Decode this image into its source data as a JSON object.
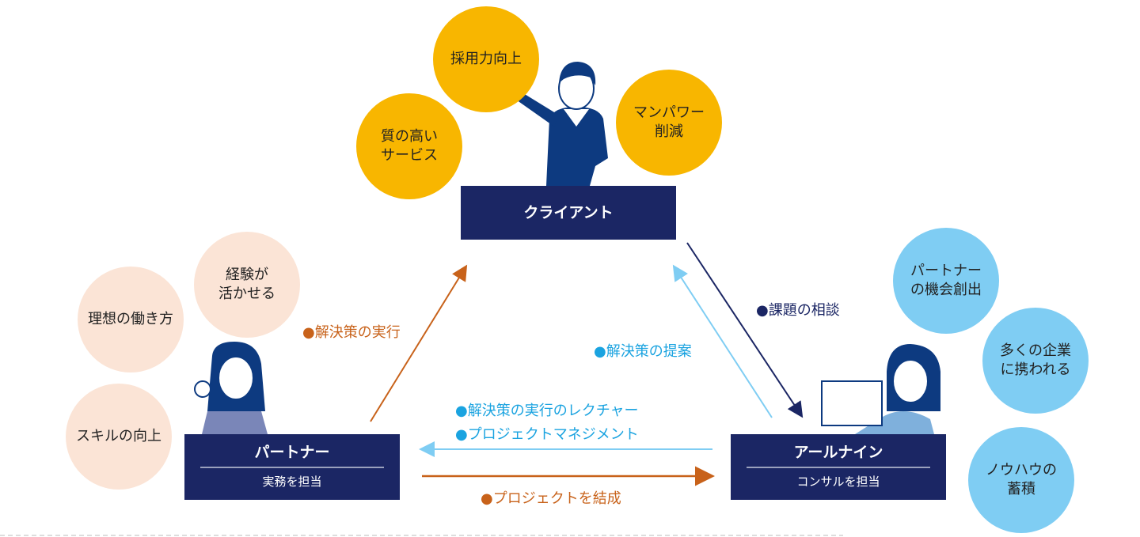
{
  "client": {
    "label": "クライアント",
    "benefits": [
      "採用力向上",
      "質の高い\nサービス",
      "マンパワー\n削減"
    ]
  },
  "partner": {
    "label": "パートナー",
    "role": "実務を担当",
    "benefits": [
      "理想の働き方",
      "経験が\n活かせる",
      "スキルの向上"
    ]
  },
  "arunine": {
    "label": "アールナイン",
    "role": "コンサルを担当",
    "benefits": [
      "パートナー\nの機会創出",
      "多くの企業\nに携われる",
      "ノウハウの\n蓄積"
    ]
  },
  "flows": {
    "execute": "●解決策の実行",
    "propose": "●解決策の提案",
    "consult": "●課題の相談",
    "lecture": "●解決策の実行のレクチャー",
    "pm": "●プロジェクトマネジメント",
    "form": "●プロジェクトを結成"
  },
  "colors": {
    "navy": "#1b2664",
    "orange": "#c8621a",
    "lightblue": "#7fcdf3",
    "yellow": "#f8b600",
    "peach": "#fbe4d6"
  }
}
